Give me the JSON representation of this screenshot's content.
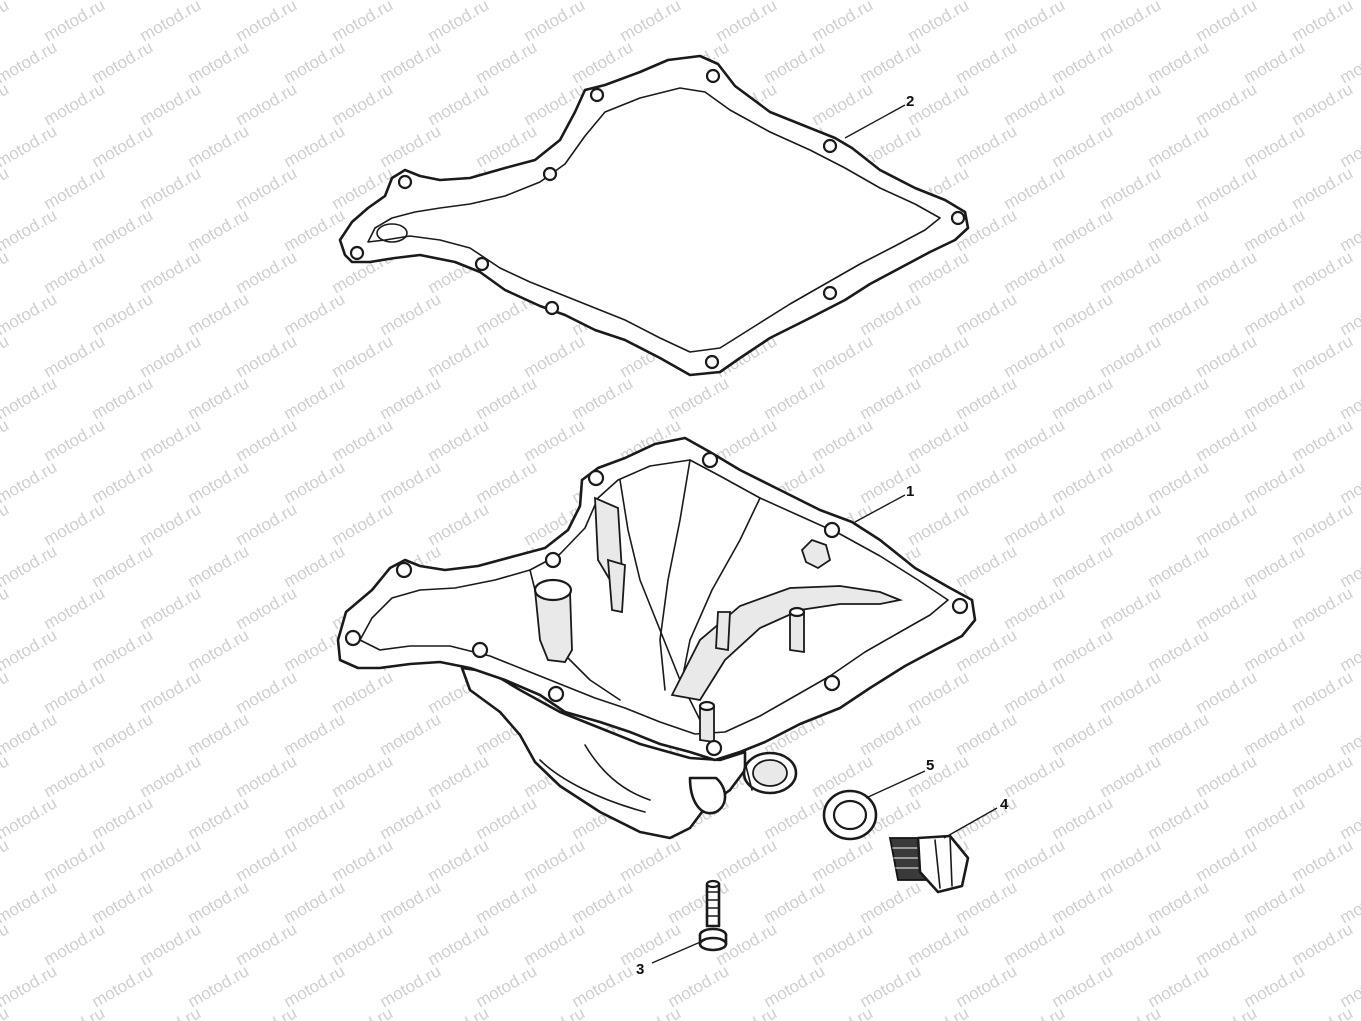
{
  "watermark": {
    "text": "motod.ru"
  },
  "callouts": {
    "pan": "1",
    "gasket": "2",
    "bolt": "3",
    "drain_plug": "4",
    "washer": "5"
  }
}
